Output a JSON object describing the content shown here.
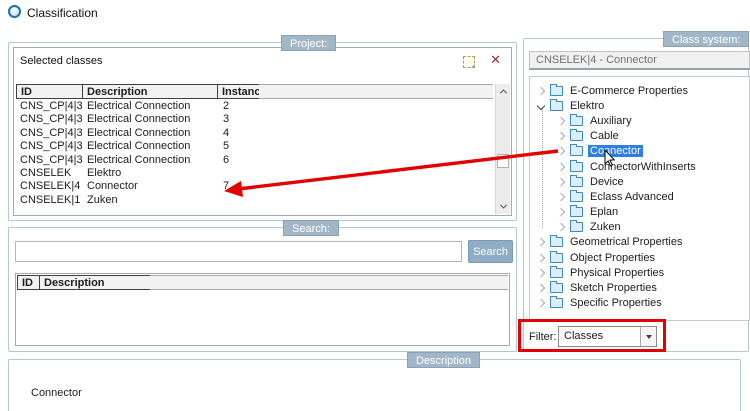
{
  "window": {
    "title": "Classification"
  },
  "project": {
    "badge": "Project:",
    "panel_title": "Selected classes",
    "table": {
      "columns": [
        "ID",
        "Description",
        "Instance"
      ],
      "rows": [
        {
          "id": "CNS_CP|4|3",
          "description": "Electrical Connection",
          "instance": "2"
        },
        {
          "id": "CNS_CP|4|3",
          "description": "Electrical Connection",
          "instance": "3"
        },
        {
          "id": "CNS_CP|4|3",
          "description": "Electrical Connection",
          "instance": "4"
        },
        {
          "id": "CNS_CP|4|3",
          "description": "Electrical Connection",
          "instance": "5"
        },
        {
          "id": "CNS_CP|4|3",
          "description": "Electrical Connection",
          "instance": "6"
        },
        {
          "id": "CNSELEK",
          "description": "Elektro",
          "instance": ""
        },
        {
          "id": "CNSELEK|4",
          "description": "Connector",
          "instance": "7"
        },
        {
          "id": "CNSELEK|1",
          "description": "Zuken",
          "instance": ""
        }
      ]
    },
    "icons": [
      "new-item-icon",
      "delete-x-icon"
    ]
  },
  "search": {
    "badge": "Search:",
    "input_value": "",
    "button_label": "Search",
    "results": {
      "columns": [
        "ID",
        "Description"
      ],
      "rows": []
    }
  },
  "class_system": {
    "badge": "Class system:",
    "selected_class": "CNSELEK|4 - Connector",
    "tree": [
      {
        "label": "E-Commerce Properties",
        "level": 0,
        "state": "collapsed"
      },
      {
        "label": "Elektro",
        "level": 0,
        "state": "expanded"
      },
      {
        "label": "Auxiliary",
        "level": 1,
        "state": "collapsed"
      },
      {
        "label": "Cable",
        "level": 1,
        "state": "collapsed"
      },
      {
        "label": "Connector",
        "level": 1,
        "state": "collapsed",
        "selected": true
      },
      {
        "label": "ConnectorWithInserts",
        "level": 1,
        "state": "collapsed"
      },
      {
        "label": "Device",
        "level": 1,
        "state": "collapsed"
      },
      {
        "label": "Eclass Advanced",
        "level": 1,
        "state": "collapsed"
      },
      {
        "label": "Eplan",
        "level": 1,
        "state": "collapsed"
      },
      {
        "label": "Zuken",
        "level": 1,
        "state": "collapsed"
      },
      {
        "label": "Geometrical Properties",
        "level": 0,
        "state": "collapsed"
      },
      {
        "label": "Object Properties",
        "level": 0,
        "state": "collapsed"
      },
      {
        "label": "Physical Properties",
        "level": 0,
        "state": "collapsed"
      },
      {
        "label": "Sketch Properties",
        "level": 0,
        "state": "collapsed"
      },
      {
        "label": "Specific Properties",
        "level": 0,
        "state": "collapsed"
      }
    ],
    "filter": {
      "label": "Filter:",
      "value": "Classes"
    }
  },
  "description": {
    "badge": "Description",
    "text": "Connector"
  },
  "colors": {
    "annotation_red": "#e20000",
    "selection_blue": "#2f7fe3",
    "badge_blue": "#a1b7c8",
    "button_blue": "#8fadc7"
  }
}
